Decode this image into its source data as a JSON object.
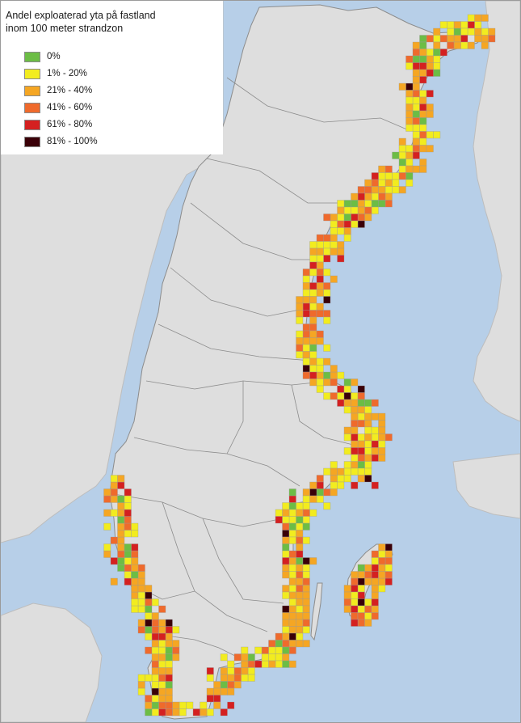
{
  "legend": {
    "title_line1": "Andel exploaterad yta på fastland",
    "title_line2": "inom 100 meter strandzon",
    "classes": [
      {
        "label": "0%",
        "color": "#6cbd45"
      },
      {
        "label": "1% - 20%",
        "color": "#f2ec1f"
      },
      {
        "label": "21% - 40%",
        "color": "#f5a623"
      },
      {
        "label": "41% - 60%",
        "color": "#ef6a2c"
      },
      {
        "label": "61% - 80%",
        "color": "#d42020"
      },
      {
        "label": "81% - 100%",
        "color": "#3a0008"
      }
    ]
  },
  "colors": {
    "sea": "#b7cfe8",
    "land": "#dedede",
    "border": "#8c8c8c"
  }
}
